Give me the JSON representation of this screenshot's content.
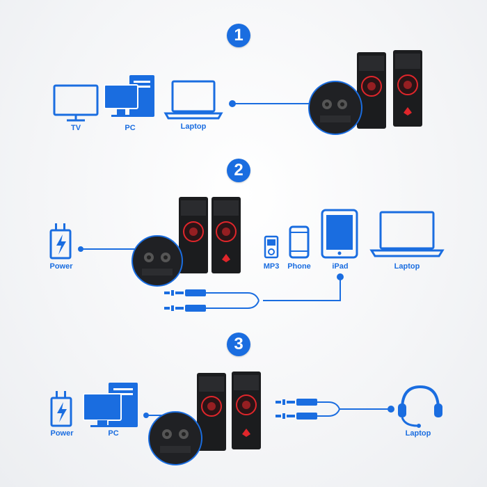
{
  "colors": {
    "accent": "#1a6de0",
    "speaker": "#1b1c1e",
    "glow": "#e0262b"
  },
  "sections": [
    {
      "step": "1",
      "devices": [
        "TV",
        "PC",
        "Laptop"
      ]
    },
    {
      "step": "2",
      "power": "Power",
      "devices": [
        "MP3",
        "Phone",
        "iPad",
        "Laptop"
      ]
    },
    {
      "step": "3",
      "power": "Power",
      "pc": "PC",
      "headset": "Laptop"
    }
  ]
}
